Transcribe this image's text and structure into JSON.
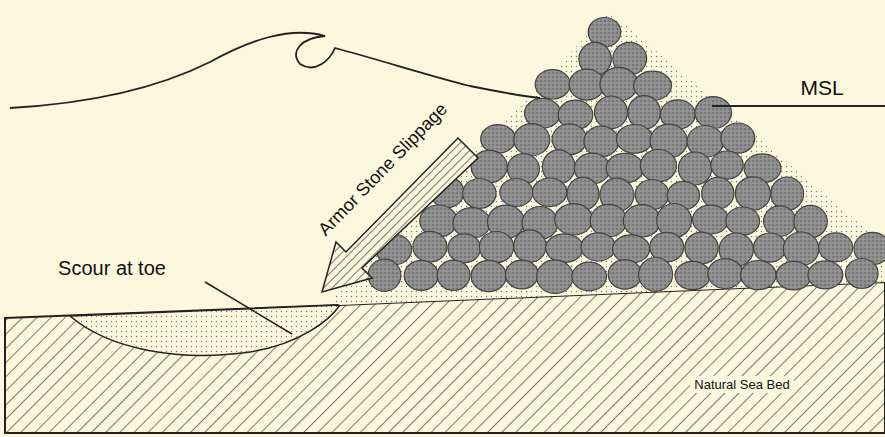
{
  "diagram": {
    "labels": [
      "MSL",
      "Armor Stone Slippage",
      "Scour at toe",
      "Natural Sea Bed"
    ]
  }
}
